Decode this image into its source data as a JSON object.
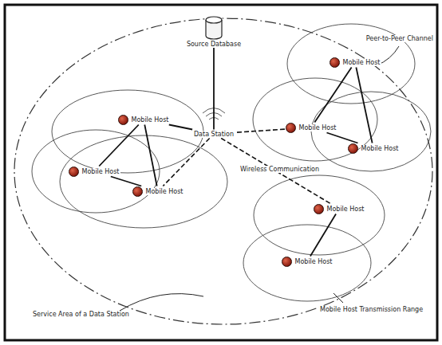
{
  "diagram": {
    "nodes": [
      {
        "text": [
          "Source Database"
        ]
      },
      {
        "text": [
          "Data Station"
        ]
      },
      {
        "text": [
          "Mobile Host"
        ]
      },
      {
        "text": [
          "Mobile Host"
        ]
      },
      {
        "text": [
          "Mobile Host"
        ]
      },
      {
        "text": [
          "Mobile Host"
        ]
      },
      {
        "text": [
          "Mobile Host"
        ]
      },
      {
        "text": [
          "Mobile Host"
        ]
      },
      {
        "text": [
          "Mobile Host"
        ]
      },
      {
        "text": [
          "Mobile Host"
        ]
      }
    ],
    "edges": [
      {
        "from": 0,
        "to": 1,
        "arrow": "none"
      },
      {
        "from": 2,
        "to": 3,
        "arrow": "none"
      },
      {
        "from": 3,
        "to": 4,
        "arrow": "none"
      },
      {
        "from": 4,
        "to": 2,
        "arrow": "none"
      },
      {
        "from": 5,
        "to": 6,
        "arrow": "none"
      },
      {
        "from": 6,
        "to": 7,
        "arrow": "none"
      },
      {
        "from": 7,
        "to": 5,
        "arrow": "none"
      },
      {
        "from": 8,
        "to": 9,
        "arrow": "none"
      },
      {
        "from": 1,
        "to": 2,
        "arrow": "none"
      },
      {
        "from": 1,
        "to": 4,
        "arrow": "none"
      },
      {
        "from": 1,
        "to": 6,
        "arrow": "none"
      },
      {
        "from": 1,
        "to": 8,
        "arrow": "none"
      }
    ],
    "labels": [
      "Peer-to-Peer Channel",
      "Service Area of a Data Station",
      "Mobile Host Transmission Range",
      "Wireless Communication"
    ]
  }
}
